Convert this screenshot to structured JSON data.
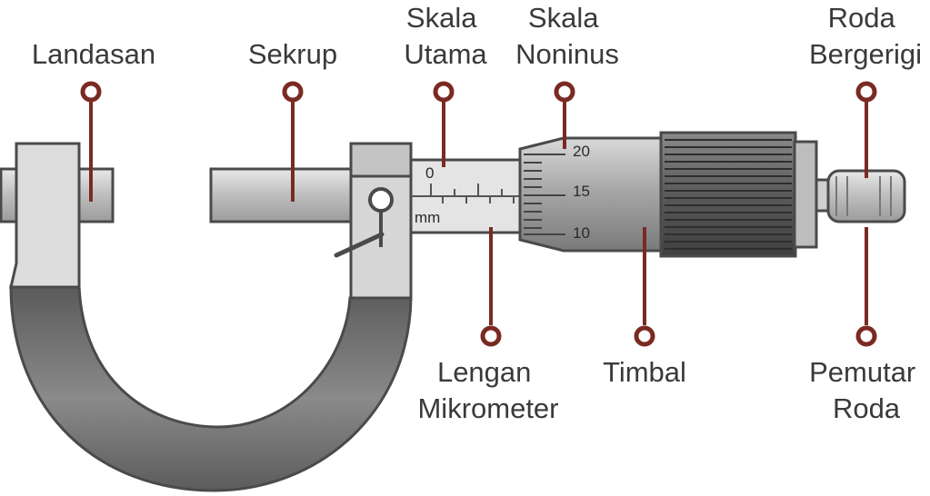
{
  "labels": {
    "landasan": "Landasan",
    "sekrup": "Sekrup",
    "skala_utama": [
      "Skala",
      "Utama"
    ],
    "skala_noninus": [
      "Skala",
      "Noninus"
    ],
    "roda_bergerigi": [
      "Roda",
      "Bergerigi"
    ],
    "lengan_mikrometer": [
      "Lengan",
      "Mikrometer"
    ],
    "timbal": "Timbal",
    "pemutar_roda": [
      "Pemutar",
      "Roda"
    ]
  },
  "main_scale": {
    "zero": "0",
    "unit": "mm"
  },
  "vernier_scale": [
    "20",
    "15",
    "10"
  ],
  "colors": {
    "leader": "#7a2a22",
    "frame": "#6e6e6e",
    "metal": "#c9c9c9",
    "outline": "#4a4a4a"
  }
}
